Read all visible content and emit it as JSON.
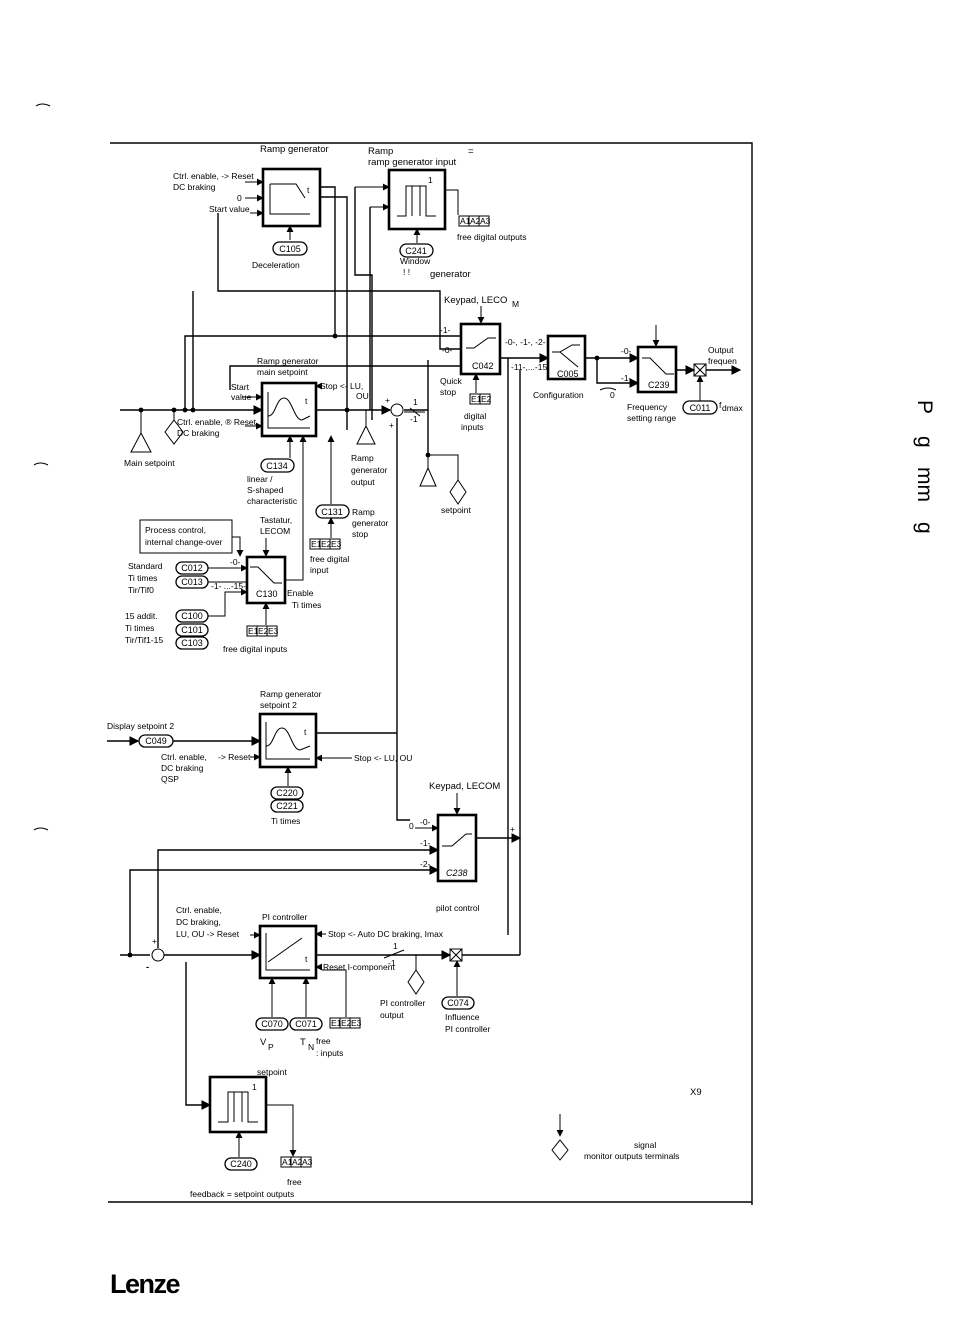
{
  "page": {
    "side_heading": [
      "P",
      "g",
      "mm",
      "g"
    ],
    "logo": "Lenze"
  },
  "diagram": {
    "ramp_gen_top": {
      "title": "Ramp generator",
      "in_ctrl": "Ctrl. enable, -> Reset",
      "in_dc": "DC braking",
      "in_zero": "0",
      "in_start": "Start value",
      "t": "t",
      "code": "C105",
      "code_label": "Deceleration"
    },
    "ramp_window": {
      "title1": "Ramp",
      "title_eq": "=",
      "title2": "ramp generator input",
      "one": "1",
      "code": "C241",
      "code_label1": "Window",
      "code_label2": "generator",
      "code_label_marks": "! !",
      "outputs_label": "free digital outputs",
      "out_boxes": [
        "A1",
        "A2",
        "A3"
      ]
    },
    "keypad_top": {
      "label": "Keypad, LECO",
      "sub": "M"
    },
    "c042": {
      "code": "C042",
      "in1": "-1-",
      "in0": "-0-",
      "out_range": "-0-, -1-, -2-",
      "out_range2": "-11-,...-15-",
      "quick": "Quick",
      "stop": "stop",
      "din_boxes": [
        "E1",
        "E2"
      ],
      "din_label1": "digital",
      "din_label2": "inputs"
    },
    "c005": {
      "code": "C005",
      "label": "Configuration"
    },
    "c239": {
      "code": "C239",
      "in0": "-0-",
      "in1": "-1-",
      "zero": "0",
      "label1": "Frequency",
      "label2": "setting range",
      "fmax_code": "C011",
      "fmax": "f",
      "fmax_sub": "dmax",
      "out1": "Output",
      "out2": "frequen"
    },
    "main_ramp": {
      "title1": "Ramp generator",
      "title2": "main setpoint",
      "start": "Start",
      "value": "value",
      "ctrl": "Ctrl. enable, ® Reset",
      "dc": "DC braking",
      "stop": "Stop <- LU,",
      "ou": "OU",
      "t": "t",
      "code": "C134",
      "char1": "linear /",
      "char2": "S-shaped",
      "char3": "characteristic",
      "main_setpoint": "Main setpoint"
    },
    "ramp_output": {
      "l1": "Ramp",
      "l2": "generator",
      "l3": "output",
      "plus": "+",
      "minus": "-",
      "one": "1",
      "minus1": "-1"
    },
    "setpoint_mon": {
      "label": "setpoint"
    },
    "c131": {
      "code": "C131",
      "l1": "Ramp",
      "l2": "generator",
      "l3": "stop",
      "boxes": [
        "E1",
        "E2",
        "E3"
      ],
      "fdi1": "free digital",
      "fdi2": "input"
    },
    "c130": {
      "process1": "Process control,",
      "process2": "internal change-over",
      "tast1": "Tastatur,",
      "tast2": "LECOM",
      "code": "C130",
      "std1": "Standard",
      "std2": "Ti times",
      "std3": "Tir/Tif0",
      "c012": "C012",
      "c013": "C013",
      "in0": "-0-",
      "in1": "-1- ...-15-",
      "add1": "15 addit.",
      "add2": "Ti times",
      "add3": "Tir/Tif1-15",
      "c100": "C100",
      "c101": "C101",
      "c103": "C103",
      "enable1": "Enable",
      "enable2": "Ti times",
      "boxes": [
        "E1",
        "E2",
        "E3"
      ],
      "fdi": "free digital inputs"
    },
    "ramp2": {
      "title1": "Ramp generator",
      "title2": "setpoint 2",
      "display": "Display setpoint 2",
      "c049": "C049",
      "ctrl": "Ctrl. enable,",
      "reset": "-> Reset",
      "dc": "DC braking",
      "qsp": "QSP",
      "stop": "Stop <- LU, OU",
      "t": "t",
      "c220": "C220",
      "c221": "C221",
      "ti": "Ti times"
    },
    "c238": {
      "keypad": "Keypad, LECOM",
      "zero": "0",
      "in0": "-0-",
      "in1": "-1-",
      "in2": "-2-",
      "code": "C238",
      "plus": "+",
      "pilot": "pilot control"
    },
    "pi": {
      "title": "PI controller",
      "ctrl1": "Ctrl. enable,",
      "ctrl2": "DC braking,",
      "ctrl3": "LU, OU -> Reset",
      "stop": "Stop <- Auto DC braking, Imax",
      "reset_i": "Reset I-component",
      "t": "t",
      "plus": "+",
      "minus": "-",
      "one": "1",
      "minus1": "-1",
      "c070": "C070",
      "c071": "C071",
      "vp": "V",
      "vp_sub": "P",
      "tn": "T",
      "tn_sub": "N",
      "free": "free",
      "inputs": ": inputs",
      "boxes": [
        "E1",
        "E2",
        "E3"
      ],
      "out1": "PI controller",
      "out2": "output",
      "c074": "C074",
      "infl1": "Influence",
      "infl2": "PI controller"
    },
    "fb_window": {
      "title": "setpoint",
      "one": "1",
      "code": "C240",
      "boxes": [
        "A1",
        "A2",
        "A3"
      ],
      "free": "free",
      "fb": "feedback = setpoint outputs"
    },
    "legend": {
      "x9": "X9",
      "signal": "signal",
      "monitor": "monitor outputs terminals"
    }
  }
}
